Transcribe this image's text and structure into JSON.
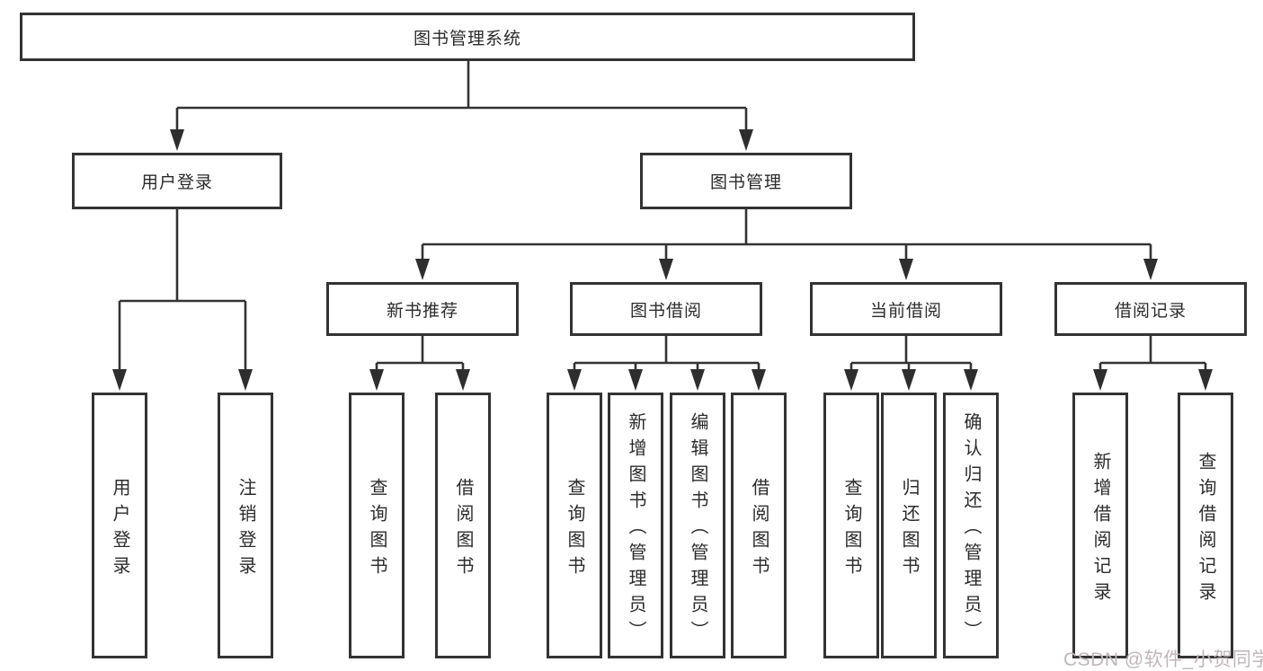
{
  "diagram": {
    "root": {
      "label": "图书管理系统"
    },
    "level2": [
      {
        "label": "用户登录"
      },
      {
        "label": "图书管理"
      }
    ],
    "level3": [
      {
        "label": "新书推荐"
      },
      {
        "label": "图书借阅"
      },
      {
        "label": "当前借阅"
      },
      {
        "label": "借阅记录"
      }
    ],
    "leaves": {
      "user_login": [
        {
          "label": "用户登录"
        },
        {
          "label": "注销登录"
        }
      ],
      "new_book_recommend": [
        {
          "label": "查询图书"
        },
        {
          "label": "借阅图书"
        }
      ],
      "book_borrow": [
        {
          "label": "查询图书"
        },
        {
          "label": "新增图书（管理员）"
        },
        {
          "label": "编辑图书（管理员）"
        },
        {
          "label": "借阅图书"
        }
      ],
      "current_borrow": [
        {
          "label": "查询图书"
        },
        {
          "label": "归还图书"
        },
        {
          "label": "确认归还（管理员）"
        }
      ],
      "borrow_record": [
        {
          "label": "新增借阅记录"
        },
        {
          "label": "查询借阅记录"
        }
      ]
    },
    "colors": {
      "border": "#333333",
      "line": "#333333",
      "arrow": "#2e2e2e",
      "text": "#2b2b2b",
      "background": "#ffffff",
      "watermark": "#c0b6b9"
    }
  },
  "watermark": {
    "text": "CSDN @软件_小贺同学"
  }
}
